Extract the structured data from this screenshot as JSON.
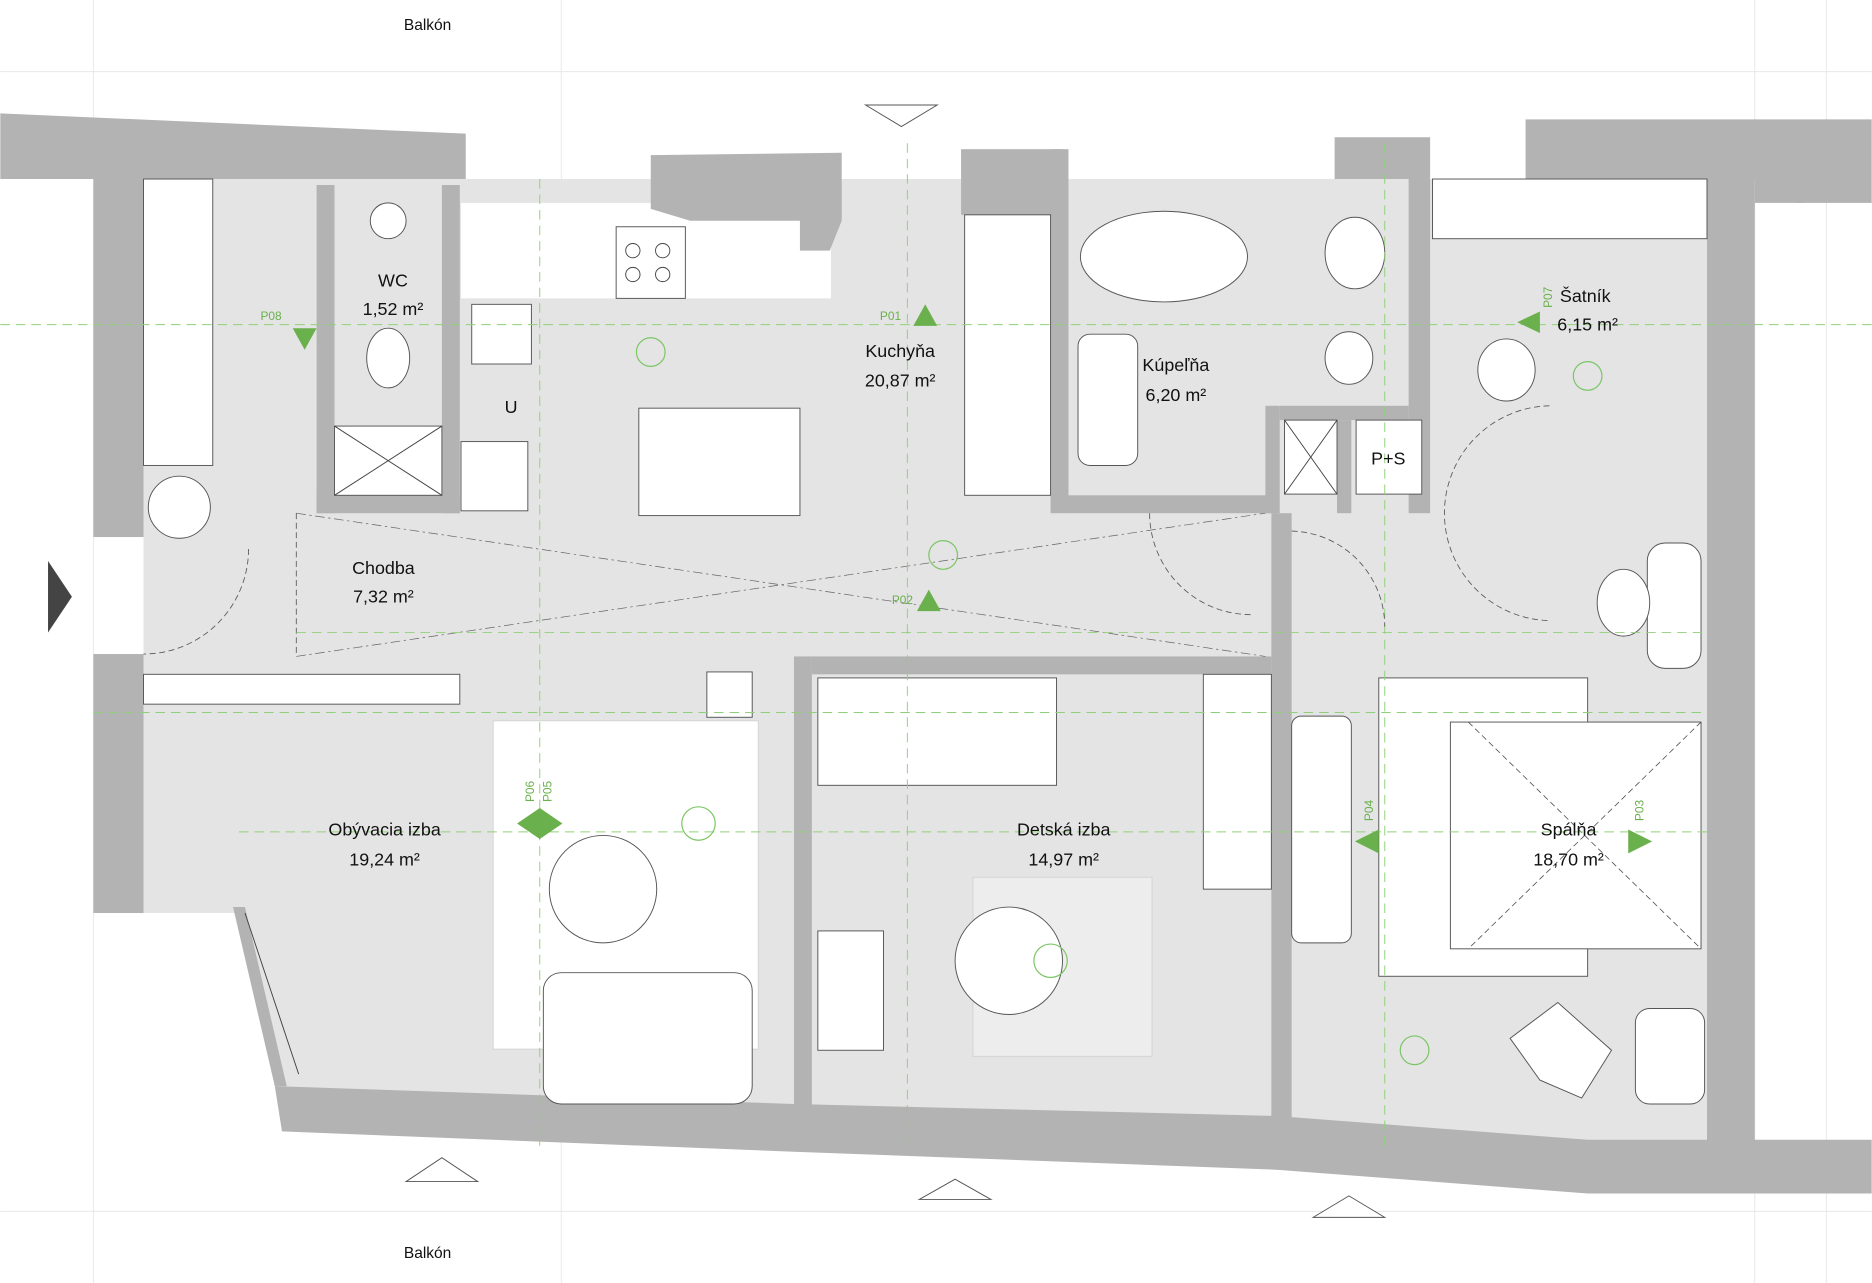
{
  "plan": {
    "balcony_top": "Balkón",
    "balcony_bottom": "Balkón",
    "rooms": {
      "wc": {
        "name": "WC",
        "area": "1,52 m²"
      },
      "kitchen": {
        "name": "Kuchyňa",
        "area": "20,87 m²"
      },
      "bathroom": {
        "name": "Kúpeľňa",
        "area": "6,20 m²"
      },
      "wardrobe": {
        "name": "Šatník",
        "area": "6,15 m²"
      },
      "hallway": {
        "name": "Chodba",
        "area": "7,32 m²"
      },
      "living": {
        "name": "Obývacia izba",
        "area": "19,24 m²"
      },
      "kids": {
        "name": "Detská izba",
        "area": "14,97 m²"
      },
      "bedroom": {
        "name": "Spálňa",
        "area": "18,70 m²"
      }
    },
    "fixtures": {
      "utility": "U",
      "washer_dryer": "P+S"
    },
    "views": {
      "p01": "P01",
      "p02": "P02",
      "p03": "P03",
      "p04": "P04",
      "p05": "P05",
      "p06": "P06",
      "p07": "P07",
      "p08": "P08"
    },
    "colors": {
      "wall": "#b3b3b3",
      "floor": "#e4e4e4",
      "marker": "#6ab04c"
    }
  }
}
